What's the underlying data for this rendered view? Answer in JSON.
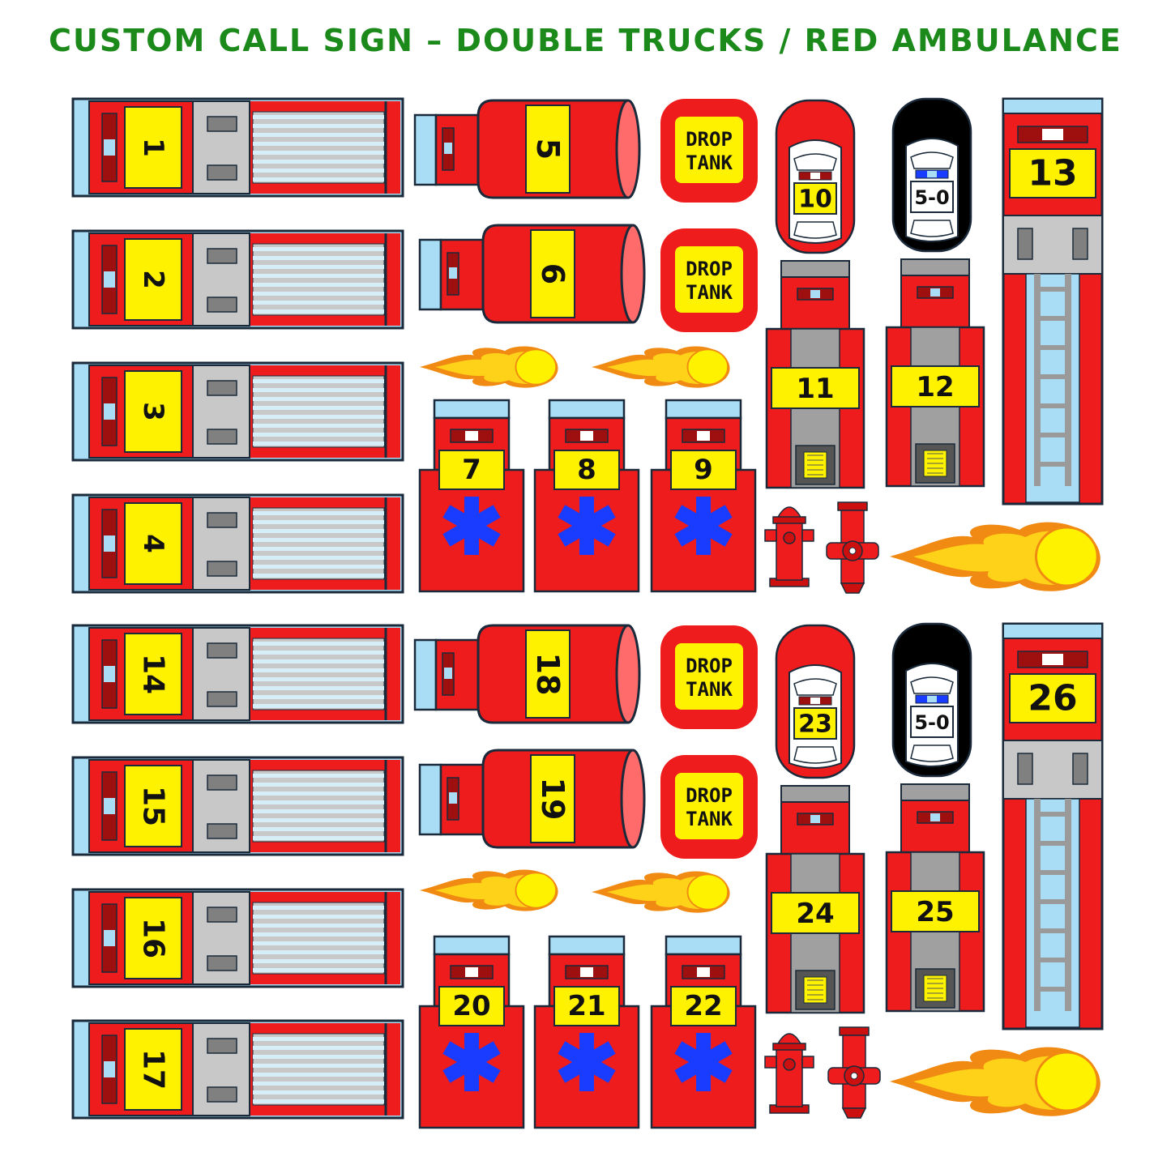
{
  "title": "CUSTOM CALL SIGN – DOUBLE TRUCKS / RED AMBULANCE",
  "colors": {
    "title_green": "#1b8a1b",
    "truck_red": "#ee1c1c",
    "label_yellow": "#fff200",
    "window_blue": "#a8ddf5",
    "panel_gray": "#c8c8c8",
    "star_blue": "#1a3cff",
    "outline": "#1a2a3a"
  },
  "icons": [
    "fire-truck-icon",
    "tanker-icon",
    "drop-tank-icon",
    "chief-car-icon",
    "police-car-icon",
    "ladder-truck-icon",
    "engine-icon",
    "ambulance-icon",
    "hydrant-icon",
    "fireball-icon",
    "star-of-life-icon"
  ],
  "groups": [
    {
      "trucks": [
        "1",
        "2",
        "3",
        "4"
      ],
      "tankers": [
        "5",
        "6"
      ],
      "drop_tanks": [
        {
          "line1": "DROP",
          "line2": "TANK"
        },
        {
          "line1": "DROP",
          "line2": "TANK"
        }
      ],
      "chief_car": "10",
      "police_car": "5-0",
      "engines": [
        "11",
        "12"
      ],
      "ladder": "13",
      "ambulances": [
        "7",
        "8",
        "9"
      ]
    },
    {
      "trucks": [
        "14",
        "15",
        "16",
        "17"
      ],
      "tankers": [
        "18",
        "19"
      ],
      "drop_tanks": [
        {
          "line1": "DROP",
          "line2": "TANK"
        },
        {
          "line1": "DROP",
          "line2": "TANK"
        }
      ],
      "chief_car": "23",
      "police_car": "5-0",
      "engines": [
        "24",
        "25"
      ],
      "ladder": "26",
      "ambulances": [
        "20",
        "21",
        "22"
      ]
    }
  ]
}
